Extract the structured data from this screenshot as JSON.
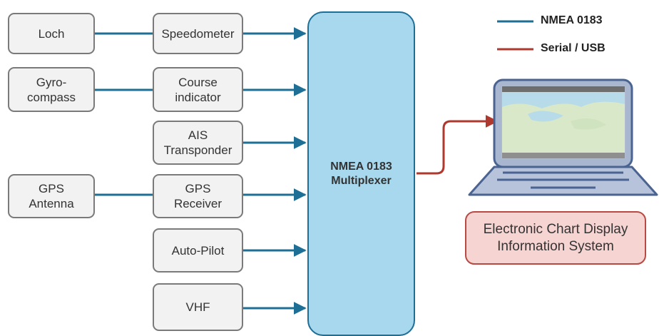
{
  "sources": {
    "loch": "Loch",
    "gyro": "Gyro-\ncompass",
    "gps_antenna": "GPS\nAntenna"
  },
  "instruments": {
    "speedometer": "Speedometer",
    "course": "Course\nindicator",
    "ais": "AIS\nTransponder",
    "gps_receiver": "GPS\nReceiver",
    "autopilot": "Auto-Pilot",
    "vhf": "VHF"
  },
  "multiplexer": "NMEA 0183\nMultiplexer",
  "ecdis": "Electronic Chart Display\nInformation System",
  "legend": {
    "nmea": "NMEA 0183",
    "serial": "Serial / USB"
  },
  "colors": {
    "nmea_line": "#1d6f95",
    "serial_line": "#b0392f",
    "multiplexer_fill": "#a7d8ee",
    "ecdis_fill": "#f6d4d2"
  }
}
